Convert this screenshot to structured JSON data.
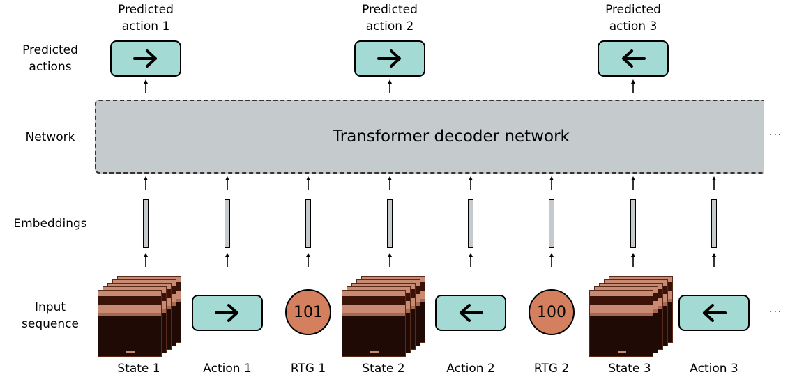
{
  "row_labels": {
    "predicted_actions": [
      "Predicted",
      "actions"
    ],
    "network": "Network",
    "embeddings": "Embeddings",
    "input_sequence": [
      "Input",
      "sequence"
    ]
  },
  "predicted": [
    {
      "label": [
        "Predicted",
        "action 1"
      ],
      "direction": "right-arrow"
    },
    {
      "label": [
        "Predicted",
        "action 2"
      ],
      "direction": "right-arrow"
    },
    {
      "label": [
        "Predicted",
        "action 3"
      ],
      "direction": "left-arrow"
    }
  ],
  "network_label": "Transformer decoder network",
  "ellipsis": "···",
  "inputs": [
    {
      "kind": "state",
      "caption": "State 1"
    },
    {
      "kind": "action",
      "caption": "Action 1",
      "direction": "right-arrow"
    },
    {
      "kind": "rtg",
      "caption": "RTG 1",
      "value": "101"
    },
    {
      "kind": "state",
      "caption": "State 2"
    },
    {
      "kind": "action",
      "caption": "Action 2",
      "direction": "left-arrow"
    },
    {
      "kind": "rtg",
      "caption": "RTG 2",
      "value": "100"
    },
    {
      "kind": "state",
      "caption": "State 3"
    },
    {
      "kind": "action",
      "caption": "Action 3",
      "direction": "left-arrow"
    }
  ],
  "colors": {
    "action_fill": "#a3dbd4",
    "network_fill": "#c5cbcd",
    "rtg_fill": "#d47f5d",
    "state_frame": "#c88a72"
  }
}
